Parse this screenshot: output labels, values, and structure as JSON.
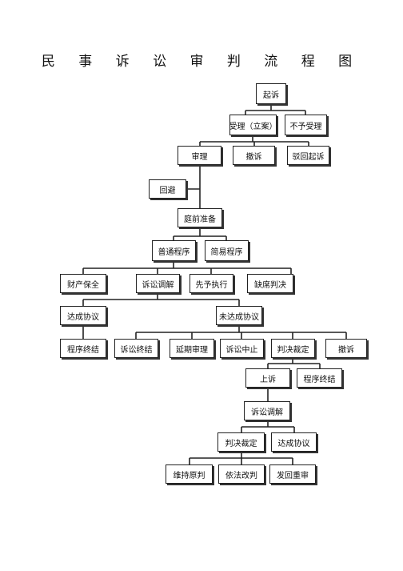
{
  "title": "民 事 诉 讼 审 判 流 程 图",
  "nodes": {
    "qisu": "起诉",
    "shouli": "受理（立案）",
    "buyushouli": "不予受理",
    "shenli": "审理",
    "chesu": "撤诉",
    "bohuiqisu": "驳回起诉",
    "huibi": "回避",
    "tingqianzhunbei": "庭前准备",
    "putongchengxu": "普通程序",
    "jianyichengxu": "简易程序",
    "caichanbaoquan": "财产保全",
    "susongtiaojie": "诉讼调解",
    "xianyuzhixing": "先予执行",
    "queXipanjue": "缺席判决",
    "dachengxieyi": "达成协议",
    "weidachengxieyi": "未达成协议",
    "chengxuzhongjie": "程序终结",
    "susongzhongjie": "诉讼终结",
    "yanqishenli": "延期审理",
    "susongzhongzhi": "诉讼中止",
    "panjuecaiding": "判决裁定",
    "chesu2": "撤诉",
    "shangsu": "上诉",
    "chengxuzhongjie2": "程序终结",
    "susongtiaojie2": "诉讼调解",
    "panjuecaiding2": "判决裁定",
    "dachengxieyi2": "达成协议",
    "weichiyuanpan": "维持原判",
    "yifagaipan": "依法改判",
    "fahuichongshen": "发回重审"
  }
}
